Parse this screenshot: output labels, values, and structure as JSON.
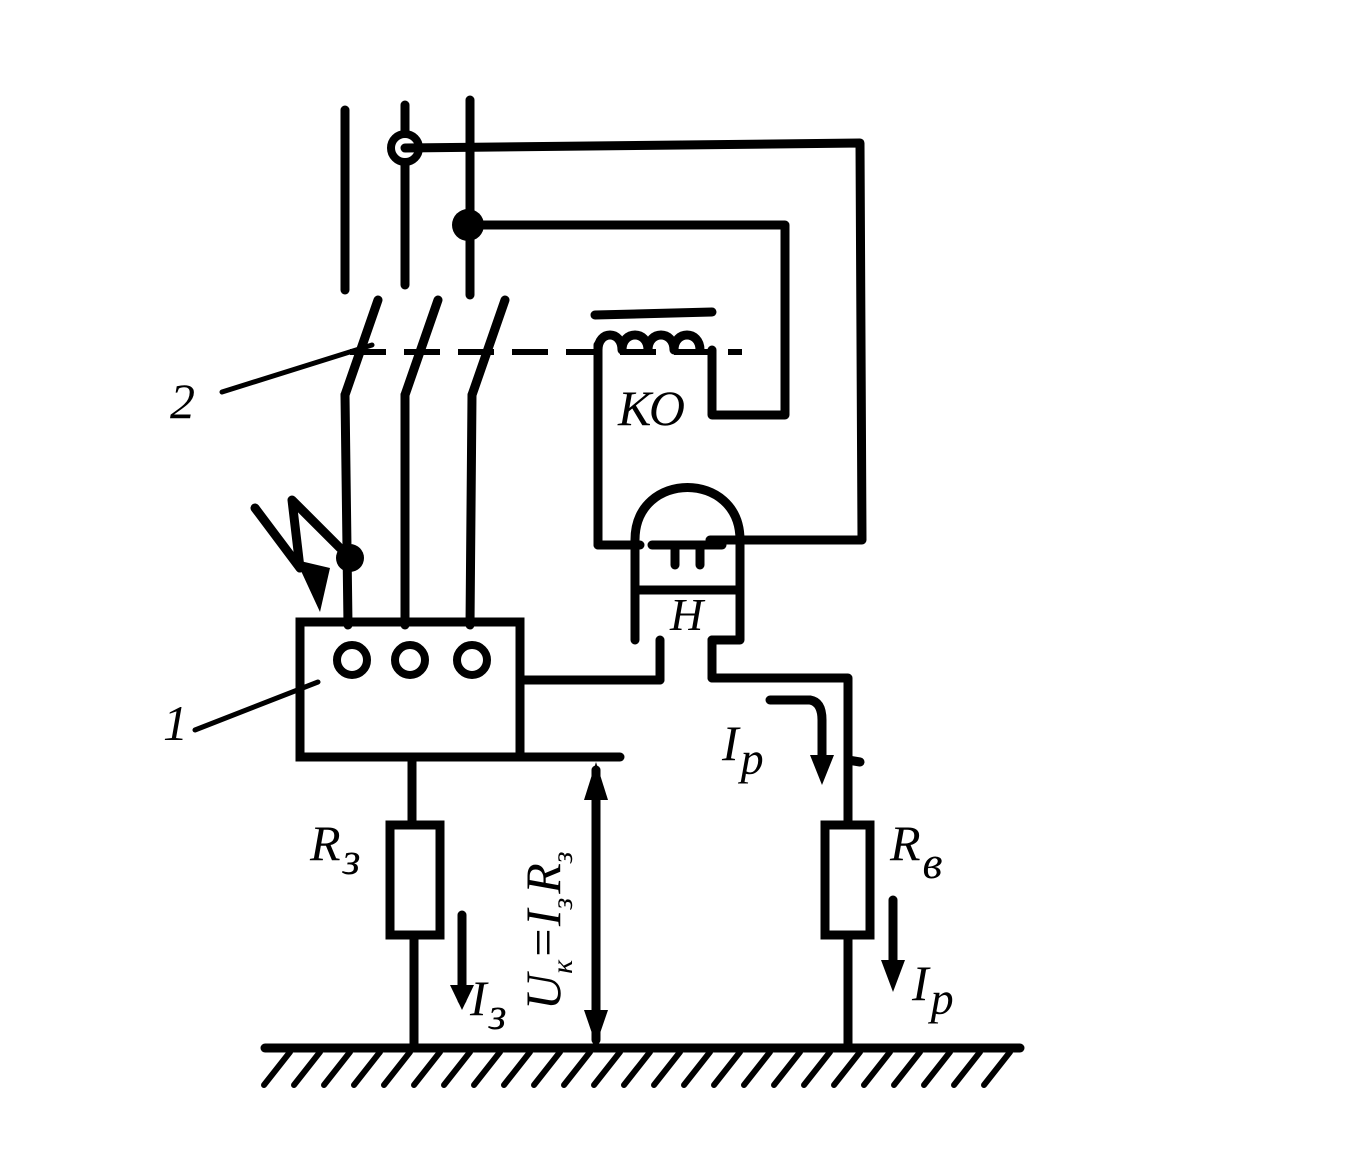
{
  "labels": {
    "breaker_number": "2",
    "equipment_number": "1",
    "relay": "КО",
    "sensor": "Н",
    "ground_resistance_main": "R",
    "ground_resistance_main_sub": "з",
    "ground_current_main": "I",
    "ground_current_main_sub": "з",
    "touch_voltage_main": "U",
    "touch_voltage_sub": "к",
    "touch_voltage_eq": "=I",
    "touch_voltage_eq_sub": "з",
    "touch_voltage_R": "R",
    "touch_voltage_R_sub": "з",
    "relay_current_top": "I",
    "relay_current_top_sub": "р",
    "aux_resistance_main": "R",
    "aux_resistance_sub": "в",
    "relay_current_bottom": "I",
    "relay_current_bottom_sub": "р"
  }
}
